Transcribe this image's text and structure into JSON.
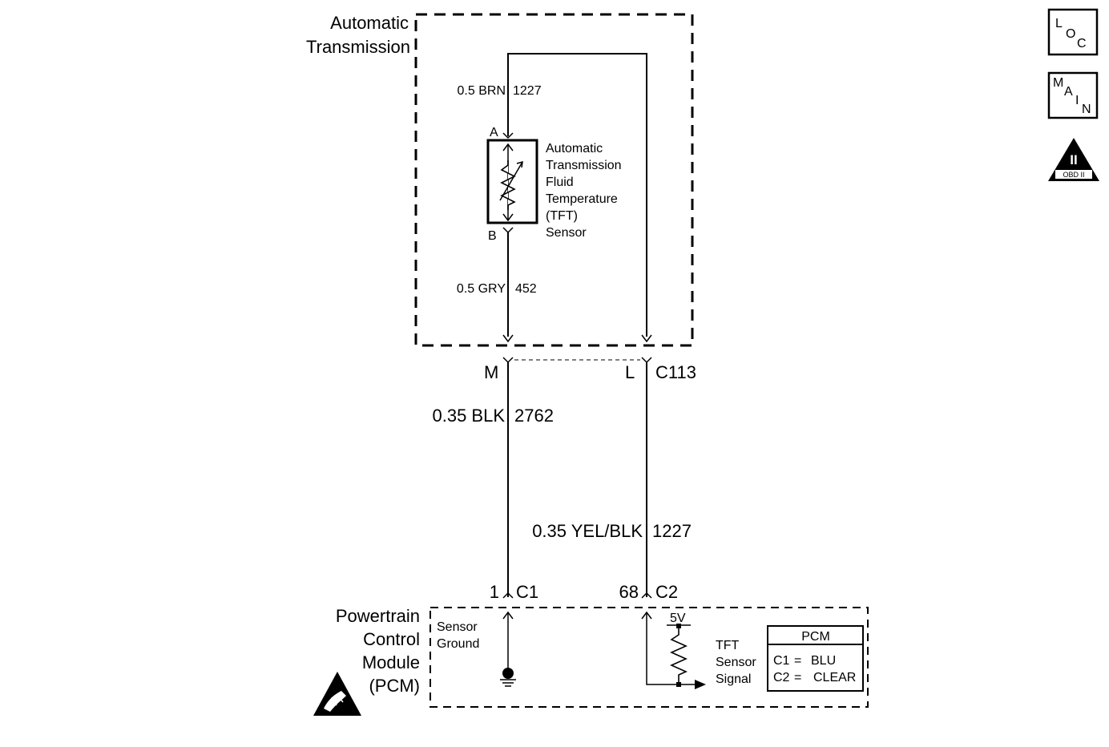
{
  "transmission": {
    "title_line1": "Automatic",
    "title_line2": "Transmission"
  },
  "sensor": {
    "label_lines": [
      "Automatic",
      "Transmission",
      "Fluid",
      "Temperature",
      "(TFT)",
      "Sensor"
    ],
    "pin_a": "A",
    "pin_b": "B"
  },
  "wires": {
    "top_wire_label": "0.5 BRN",
    "top_wire_circuit": "1227",
    "lower_wire_label": "0.5 GRY",
    "lower_wire_circuit": "452",
    "left_harness_label": "0.35 BLK",
    "left_harness_circuit": "2762",
    "right_harness_label": "0.35 YEL/BLK",
    "right_harness_circuit": "1227"
  },
  "connector_c113": {
    "pin_left": "M",
    "pin_right": "L",
    "name": "C113"
  },
  "pcm_connectors": {
    "left_pin": "1",
    "left_conn": "C1",
    "right_pin": "68",
    "right_conn": "C2"
  },
  "pcm": {
    "title_lines": [
      "Powertrain",
      "Control",
      "Module",
      "(PCM)"
    ],
    "sensor_ground_lines": [
      "Sensor",
      "Ground"
    ],
    "voltage": "5V",
    "signal_lines": [
      "TFT",
      "Sensor",
      "Signal"
    ],
    "legend_title": "PCM",
    "legend_c1_key": "C1",
    "legend_c1_eq": "=",
    "legend_c1_val": "BLU",
    "legend_c2_key": "C2",
    "legend_c2_eq": "=",
    "legend_c2_val": "CLEAR"
  },
  "nav": {
    "loc_letters": [
      "L",
      "O",
      "C"
    ],
    "main_letters": [
      "M",
      "A",
      "I",
      "N"
    ],
    "obd_numeral": "II",
    "obd_label": "OBD II"
  }
}
